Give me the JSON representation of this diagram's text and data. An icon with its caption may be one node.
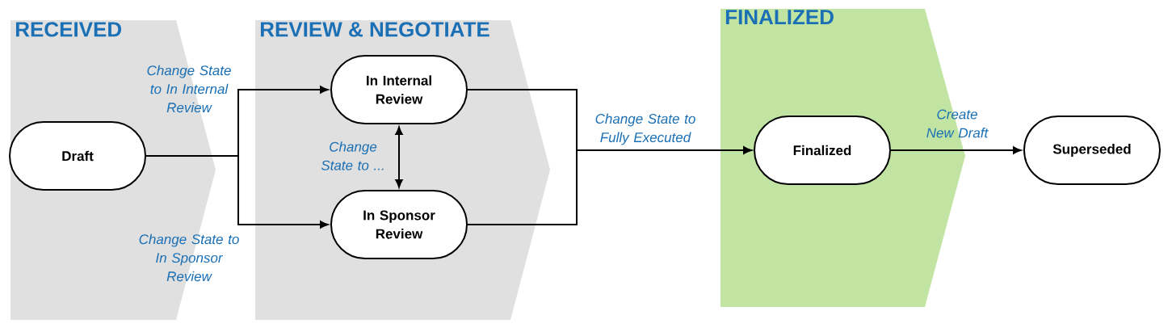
{
  "diagram": {
    "nodes": [
      {
        "text": [
          "RECEIVED"
        ]
      },
      {
        "text": [
          "Draft"
        ],
        "in": 0
      },
      {
        "text": [
          "REVIEW & NEGOTIATE"
        ]
      },
      {
        "text": [
          "In Internal Review"
        ],
        "in": 2
      },
      {
        "text": [
          "In Sponsor Review"
        ],
        "in": 2
      },
      {
        "text": [
          "FINALIZED"
        ]
      },
      {
        "text": [
          "Finalized"
        ],
        "in": 5
      },
      {
        "text": [
          "Superseded"
        ]
      }
    ],
    "edges": [
      {
        "from": 1,
        "to": 3,
        "arrow": "to",
        "label": "Change State to In Internal Review"
      },
      {
        "from": 1,
        "to": 4,
        "arrow": "to",
        "label": "Change State to In Sponsor Review"
      },
      {
        "from": 3,
        "to": 4,
        "arrow": "both",
        "label": "Change State to ..."
      },
      {
        "from": 3,
        "to": 6,
        "arrow": "to",
        "label": "Change State to Fully Executed"
      },
      {
        "from": 4,
        "to": 6,
        "arrow": "to"
      },
      {
        "from": 6,
        "to": 7,
        "arrow": "to",
        "label": "Create New Draft"
      }
    ]
  }
}
